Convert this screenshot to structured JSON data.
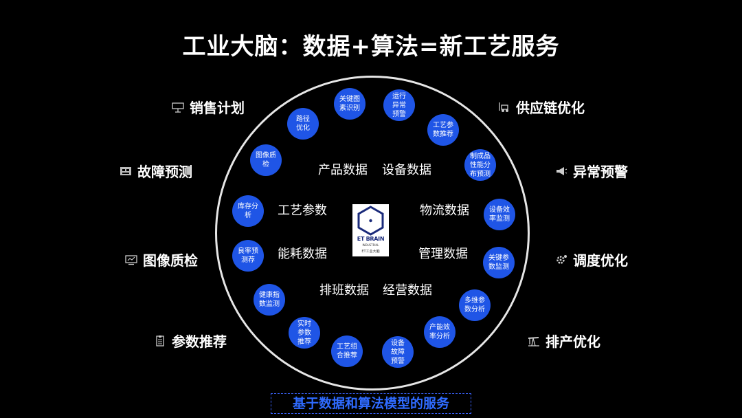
{
  "title": "工业大脑：数据+算法=新工艺服务",
  "nodes": [
    "关键图\n素识别",
    "运行\n异常\n预警",
    "工艺参\n数推荐",
    "制成品\n性能分\n布预测",
    "设备效\n率监测",
    "关键参\n数监测",
    "多维参\n数分析",
    "产能效\n率分析",
    "设备\n故障\n预警",
    "工艺组\n合推荐",
    "实时\n参数\n推荐",
    "健康指\n数监测",
    "良率预\n测荐",
    "库存分\n析",
    "图像质\n检",
    "路径\n优化"
  ],
  "data_labels": [
    "产品数据",
    "设备数据",
    "工艺参数",
    "物流数据",
    "能耗数据",
    "管理数据",
    "排班数据",
    "经营数据"
  ],
  "logo": {
    "line1": "ET BRAIN",
    "line2": "INDUSTRIAL",
    "line3": "ET工业大脑"
  },
  "left_items": [
    "销售计划",
    "故障预测",
    "图像质检",
    "参数推荐"
  ],
  "right_items": [
    "供应链优化",
    "异常预警",
    "调度优化",
    "排产优化"
  ],
  "footer": "基于数据和算法模型的服务",
  "colors": {
    "node": "#1f55e6",
    "ring": "#e6e6e6",
    "footer": "#2f6bff",
    "background": "#000000"
  }
}
